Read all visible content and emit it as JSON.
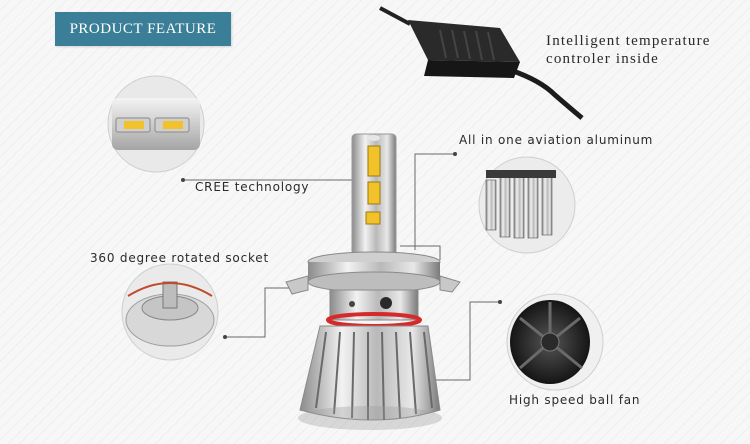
{
  "header": {
    "badge_text": "PRODUCT FEATURE"
  },
  "features": {
    "temperature_line1": "Intelligent  temperature",
    "temperature_line2": "controler inside",
    "aluminum": "All in one aviation aluminum",
    "cree": "CREE  technology",
    "socket": "360 degree rotated socket",
    "fan": "High speed  ball fan"
  },
  "colors": {
    "badge_bg": "#3a7f97",
    "badge_text": "#ffffff",
    "background": "#f6f6f6",
    "accent_ring": "#d62a2a",
    "led_chip": "#f2c22a"
  }
}
